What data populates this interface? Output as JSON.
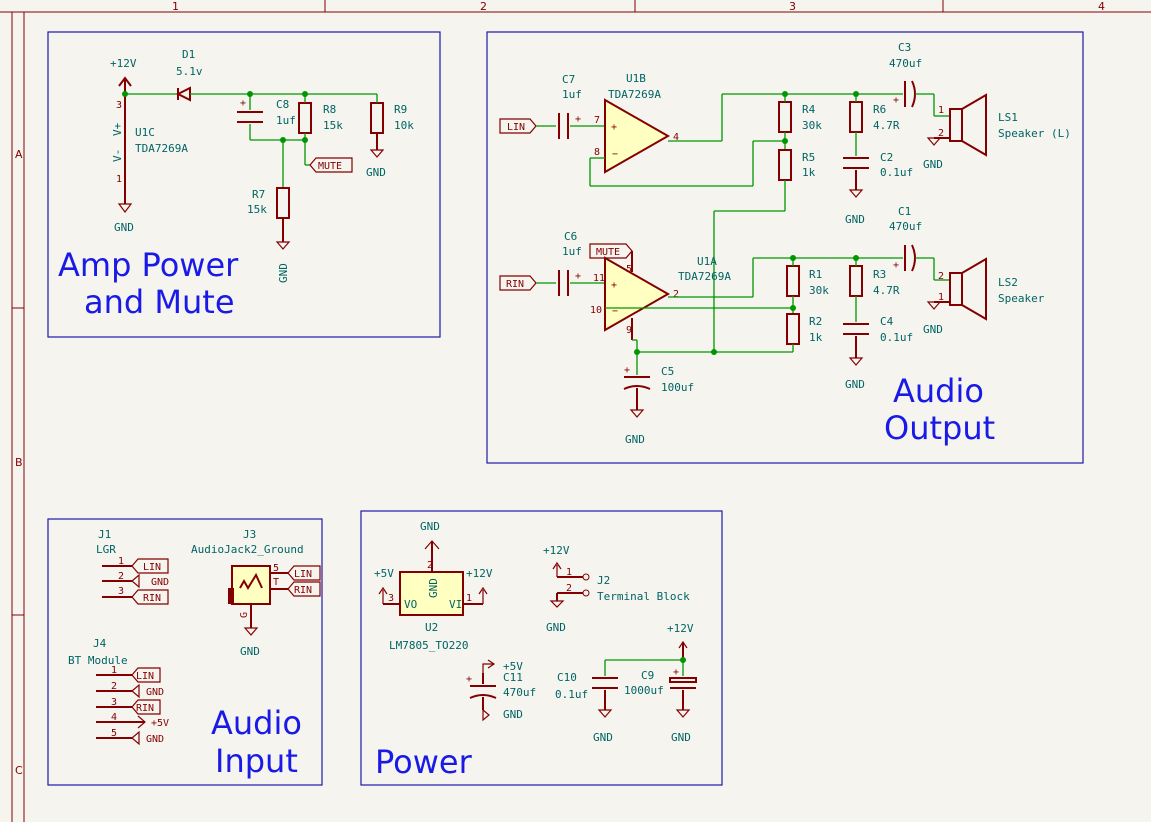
{
  "frame": {
    "columns": [
      "1",
      "2",
      "3",
      "4"
    ],
    "rows": [
      "A",
      "B",
      "C"
    ]
  },
  "sections": {
    "amp_power": [
      "Amp Power",
      "and Mute"
    ],
    "audio_output": [
      "Audio",
      "Output"
    ],
    "audio_input": [
      "Audio",
      "Input"
    ],
    "power": [
      "Power"
    ]
  },
  "components": {
    "D1": {
      "ref": "D1",
      "value": "5.1v"
    },
    "U1C": {
      "ref": "U1C",
      "value": "TDA7269A"
    },
    "C8": {
      "ref": "C8",
      "value": "1uf"
    },
    "R8": {
      "ref": "R8",
      "value": "15k"
    },
    "R9": {
      "ref": "R9",
      "value": "10k"
    },
    "R7": {
      "ref": "R7",
      "value": "15k"
    },
    "C7": {
      "ref": "C7",
      "value": "1uf"
    },
    "U1B": {
      "ref": "U1B",
      "value": "TDA7269A"
    },
    "R4": {
      "ref": "R4",
      "value": "30k"
    },
    "R5": {
      "ref": "R5",
      "value": "1k"
    },
    "R6": {
      "ref": "R6",
      "value": "4.7R"
    },
    "C2": {
      "ref": "C2",
      "value": "0.1uf"
    },
    "C3": {
      "ref": "C3",
      "value": "470uf"
    },
    "LS1": {
      "ref": "LS1",
      "value": "Speaker (L)"
    },
    "C6": {
      "ref": "C6",
      "value": "1uf"
    },
    "U1A": {
      "ref": "U1A",
      "value": "TDA7269A"
    },
    "R1": {
      "ref": "R1",
      "value": "30k"
    },
    "R2": {
      "ref": "R2",
      "value": "1k"
    },
    "R3": {
      "ref": "R3",
      "value": "4.7R"
    },
    "C4": {
      "ref": "C4",
      "value": "0.1uf"
    },
    "C1": {
      "ref": "C1",
      "value": "470uf"
    },
    "LS2": {
      "ref": "LS2",
      "value": "Speaker"
    },
    "C5": {
      "ref": "C5",
      "value": "100uf"
    },
    "J1": {
      "ref": "J1",
      "value": "LGR"
    },
    "J3": {
      "ref": "J3",
      "value": "AudioJack2_Ground"
    },
    "J4": {
      "ref": "J4",
      "value": "BT Module"
    },
    "U2": {
      "ref": "U2",
      "value": "LM7805_TO220"
    },
    "J2": {
      "ref": "J2",
      "value": "Terminal Block"
    },
    "C11": {
      "ref": "C11",
      "value": "470uf"
    },
    "C10": {
      "ref": "C10",
      "value": "0.1uf"
    },
    "C9": {
      "ref": "C9",
      "value": "1000uf"
    }
  },
  "nets": {
    "p12v": "+12V",
    "p5v": "+5V",
    "gnd": "GND",
    "lin": "LIN",
    "rin": "RIN",
    "mute": "MUTE",
    "vplus": "V+",
    "vminus": "V-"
  },
  "u2_pins": {
    "gnd": "GND",
    "vo": "VO",
    "vi": "VI"
  },
  "j3_pins": {
    "s": "S",
    "t": "T",
    "g": "G"
  }
}
